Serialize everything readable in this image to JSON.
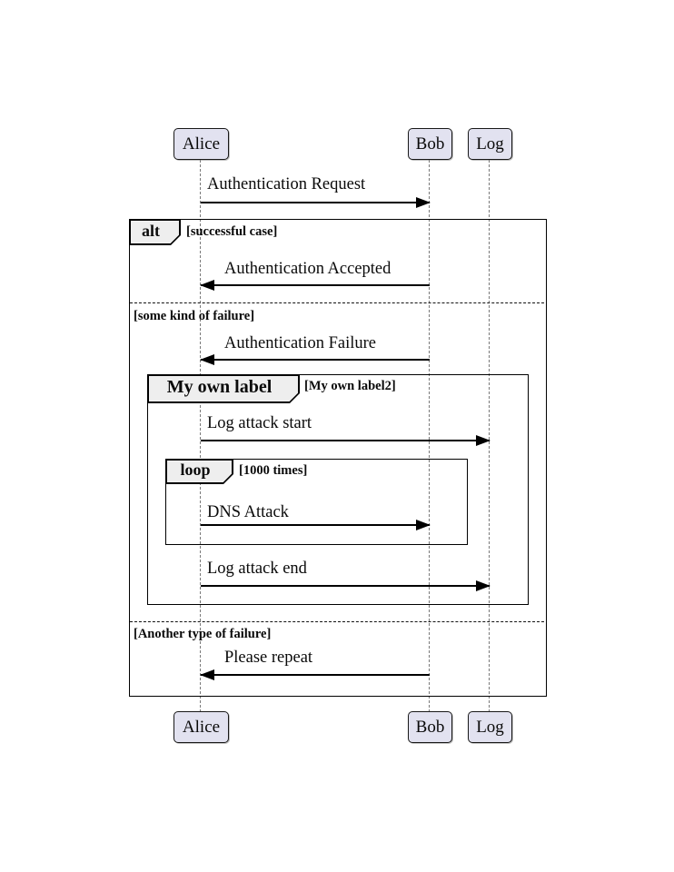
{
  "diagram": {
    "type": "uml-sequence-diagram",
    "participants": [
      {
        "name": "Alice"
      },
      {
        "name": "Bob"
      },
      {
        "name": "Log"
      }
    ],
    "messages": [
      {
        "label": "Authentication Request",
        "from": "Alice",
        "to": "Bob"
      },
      {
        "label": "Authentication Accepted",
        "from": "Bob",
        "to": "Alice"
      },
      {
        "label": "Authentication Failure",
        "from": "Bob",
        "to": "Alice"
      },
      {
        "label": "Log attack start",
        "from": "Alice",
        "to": "Log"
      },
      {
        "label": "DNS Attack",
        "from": "Alice",
        "to": "Bob"
      },
      {
        "label": "Log attack end",
        "from": "Alice",
        "to": "Log"
      },
      {
        "label": "Please repeat",
        "from": "Bob",
        "to": "Alice"
      }
    ],
    "fragments": {
      "alt": {
        "operator": "alt",
        "conditions": [
          "[successful case]",
          "[some kind of failure]",
          "[Another type of failure]"
        ]
      },
      "group": {
        "operator": "My own label",
        "condition": "[My own label2]"
      },
      "loop": {
        "operator": "loop",
        "condition": "[1000 times]"
      }
    },
    "colors": {
      "background": "#FFFFFF",
      "participant_fill": "#E2E2F0",
      "participant_border": "#181818",
      "fragment_tab_fill": "#EEEEEE",
      "frame_border": "#000000",
      "lifeline": "#7A7A7A",
      "arrow": "#000000"
    }
  }
}
